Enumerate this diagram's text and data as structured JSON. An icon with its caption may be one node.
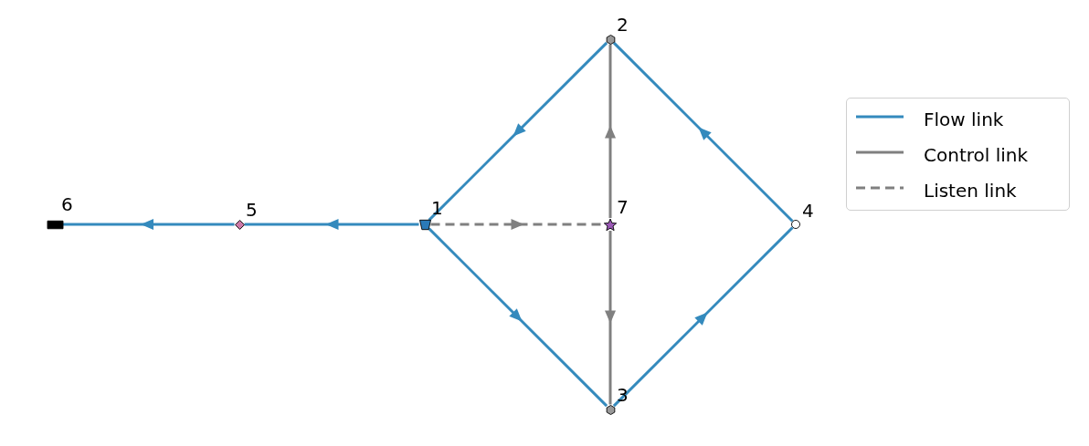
{
  "diagram": {
    "nodes": [
      {
        "text": [],
        "shape": "trapezoid",
        "beside": [
          "1"
        ]
      },
      {
        "text": [],
        "shape": "hexagon",
        "beside": [
          "2"
        ]
      },
      {
        "text": [],
        "shape": "hexagon",
        "beside": [
          "3"
        ]
      },
      {
        "text": [],
        "shape": "circle",
        "beside": [
          "4"
        ]
      },
      {
        "text": [],
        "shape": "diamond",
        "beside": [
          "5"
        ]
      },
      {
        "text": [],
        "shape": "bar",
        "beside": [
          "6"
        ]
      },
      {
        "text": [],
        "shape": "star",
        "beside": [
          "7"
        ]
      }
    ],
    "edges": [
      {
        "from": 1,
        "to": 0,
        "arrow": "to"
      },
      {
        "from": 0,
        "to": 2,
        "arrow": "to"
      },
      {
        "from": 2,
        "to": 3,
        "arrow": "to"
      },
      {
        "from": 3,
        "to": 1,
        "arrow": "to"
      },
      {
        "from": 0,
        "to": 4,
        "arrow": "to"
      },
      {
        "from": 4,
        "to": 5,
        "arrow": "to"
      },
      {
        "from": 0,
        "to": 6,
        "arrow": "to",
        "style": "dashed",
        "color": "#808080"
      },
      {
        "from": 6,
        "to": 1,
        "arrow": "to",
        "color": "#808080"
      },
      {
        "from": 6,
        "to": 2,
        "arrow": "to",
        "color": "#808080"
      }
    ],
    "legend": [
      {
        "text": "Flow link"
      },
      {
        "text": "Control link"
      },
      {
        "text": "Listen link"
      }
    ]
  }
}
